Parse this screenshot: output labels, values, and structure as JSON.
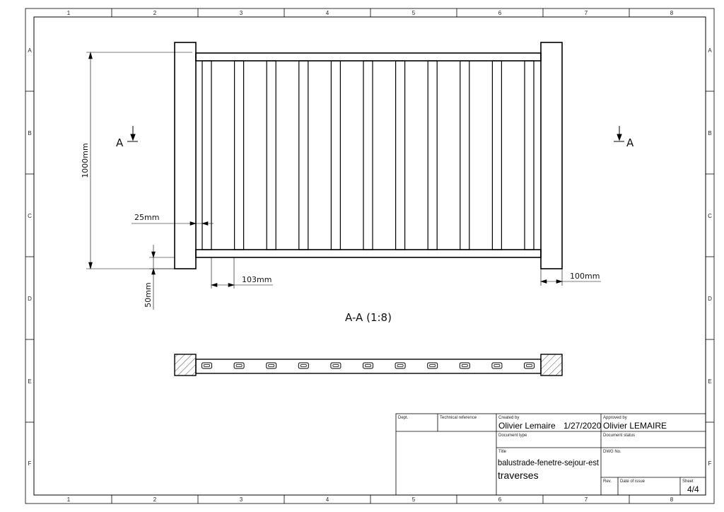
{
  "grid": {
    "columns": [
      "1",
      "2",
      "3",
      "4",
      "5",
      "6",
      "7",
      "8"
    ],
    "rows": [
      "A",
      "B",
      "C",
      "D",
      "E",
      "F"
    ]
  },
  "section_marks": {
    "left": "A",
    "right": "A"
  },
  "dimensions": {
    "height": "1000mm",
    "post_gap": "25mm",
    "bottom_rail": "50mm",
    "baluster_spacing": "103mm",
    "post_width": "100mm"
  },
  "section_view_label": "A-A (1:8)",
  "title_block": {
    "dept_label": "Dept.",
    "tech_ref_label": "Technical reference",
    "created_by_label": "Created by",
    "created_by": "Olivier Lemaire",
    "created_date": "1/27/2020",
    "approved_by_label": "Approved by",
    "approved_by": "Olivier LEMAIRE",
    "doc_type_label": "Document type",
    "doc_status_label": "Document status",
    "title_label": "Title",
    "title_line1": "balustrade-fenetre-sejour-est",
    "title_line2": "traverses",
    "dwg_no_label": "DWG No.",
    "rev_label": "Rev.",
    "date_issue_label": "Date of issue",
    "sheet_label": "Sheet",
    "sheet": "4/4"
  }
}
